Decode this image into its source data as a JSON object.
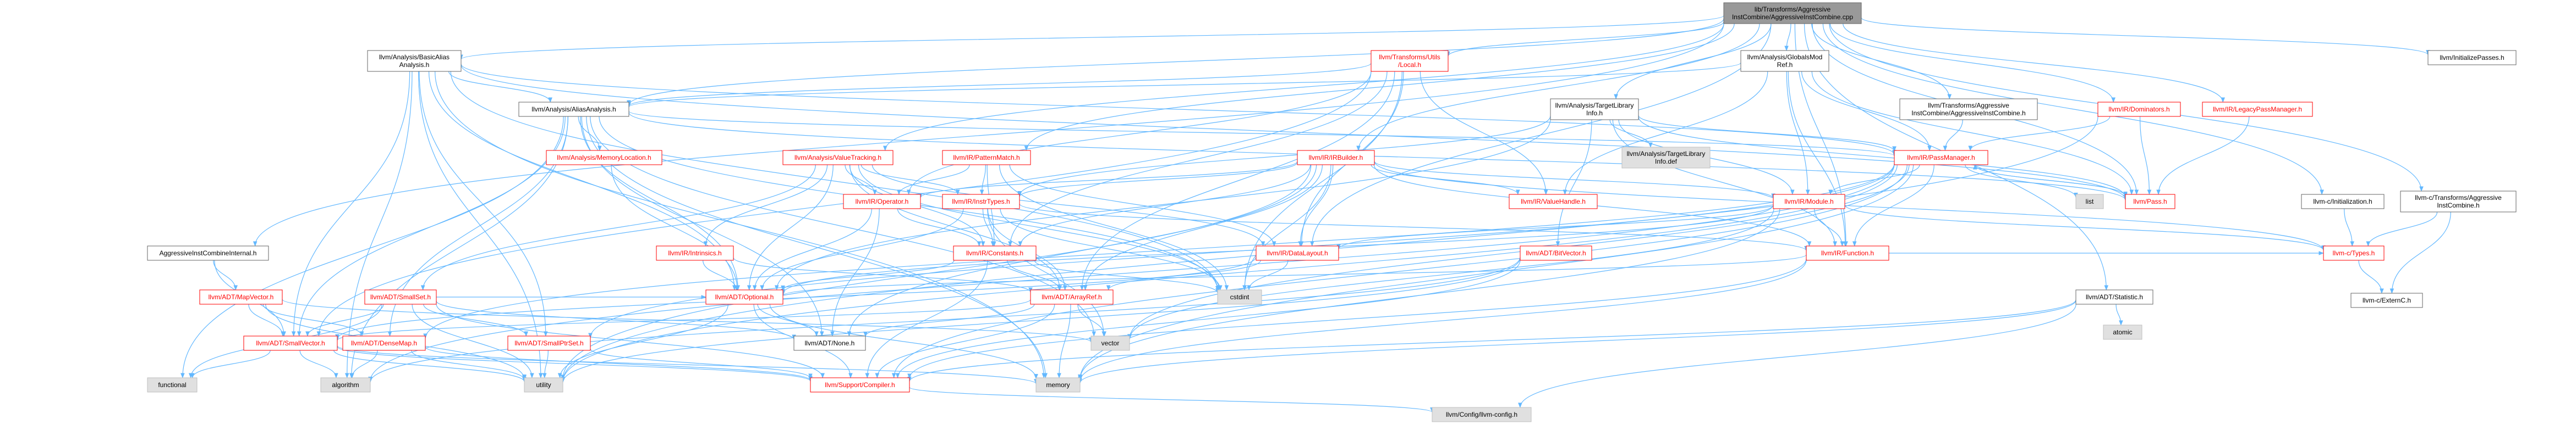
{
  "colors": {
    "root_fill": "#999999",
    "node_fill": "#ffffff",
    "external_fill": "#e0e0e0",
    "border_red": "#ff0000",
    "border_black": "#666666",
    "border_gray": "#bfbfbf",
    "text_red": "#ff0000",
    "text_black": "#000000",
    "edge": "#63b8ff"
  },
  "nodes": {
    "root": [
      "lib/Transforms/Aggressive",
      "InstCombine/AggressiveInstCombine.cpp"
    ],
    "basicaa": [
      "llvm/Analysis/BasicAlias",
      "Analysis.h"
    ],
    "transutils": [
      "llvm/Transforms/Utils",
      "/Local.h"
    ],
    "globalsmod": [
      "llvm/Analysis/GlobalsMod",
      "Ref.h"
    ],
    "targetlib": [
      "llvm/Analysis/TargetLibrary",
      "Info.h"
    ],
    "aicpub": [
      "llvm/Transforms/Aggressive",
      "InstCombine/AggressiveInstCombine.h"
    ],
    "dominators": [
      "llvm/IR/Dominators.h"
    ],
    "legacypm": [
      "llvm/IR/LegacyPassManager.h"
    ],
    "initpasses": [
      "llvm/InitializePasses.h"
    ],
    "aliasanalysis": [
      "llvm/Analysis/AliasAnalysis.h"
    ],
    "memloc": [
      "llvm/Analysis/MemoryLocation.h"
    ],
    "valuetracking": [
      "llvm/Analysis/ValueTracking.h"
    ],
    "patternmatch": [
      "llvm/IR/PatternMatch.h"
    ],
    "irbuilder": [
      "llvm/IR/IRBuilder.h"
    ],
    "tlidef": [
      "llvm/Analysis/TargetLibrary",
      "Info.def"
    ],
    "passmanager": [
      "llvm/IR/PassManager.h"
    ],
    "list": [
      "list"
    ],
    "pass": [
      "llvm/Pass.h"
    ],
    "cinit": [
      "llvm-c/Initialization.h"
    ],
    "caic": [
      "llvm-c/Transforms/Aggressive",
      "InstCombine.h"
    ],
    "aicinternal": [
      "AggressiveInstCombineInternal.h"
    ],
    "operator": [
      "llvm/IR/Operator.h"
    ],
    "insttypes": [
      "llvm/IR/InstrTypes.h"
    ],
    "valuehandle": [
      "llvm/IR/ValueHandle.h"
    ],
    "module": [
      "llvm/IR/Module.h"
    ],
    "intrinsics": [
      "llvm/IR/Intrinsics.h"
    ],
    "constants": [
      "llvm/IR/Constants.h"
    ],
    "datalayout": [
      "llvm/IR/DataLayout.h"
    ],
    "bitvector": [
      "llvm/ADT/BitVector.h"
    ],
    "function": [
      "llvm/IR/Function.h"
    ],
    "ctypes": [
      "llvm-c/Types.h"
    ],
    "cextern": [
      "llvm-c/ExternC.h"
    ],
    "mapvector": [
      "llvm/ADT/MapVector.h"
    ],
    "smallset": [
      "llvm/ADT/SmallSet.h"
    ],
    "optional": [
      "llvm/ADT/Optional.h"
    ],
    "cstdint": [
      "cstdint"
    ],
    "arrayref": [
      "llvm/ADT/ArrayRef.h"
    ],
    "statistic": [
      "llvm/ADT/Statistic.h"
    ],
    "atomic": [
      "atomic"
    ],
    "smallvector": [
      "llvm/ADT/SmallVector.h"
    ],
    "densemap": [
      "llvm/ADT/DenseMap.h"
    ],
    "smallptrset": [
      "llvm/ADT/SmallPtrSet.h"
    ],
    "none": [
      "llvm/ADT/None.h"
    ],
    "vector": [
      "vector"
    ],
    "functional": [
      "functional"
    ],
    "algorithm": [
      "algorithm"
    ],
    "utility": [
      "utility"
    ],
    "memory": [
      "memory"
    ],
    "compiler": [
      "llvm/Support/Compiler.h"
    ],
    "llvmconfig": [
      "llvm/Config/llvm-config.h"
    ]
  }
}
